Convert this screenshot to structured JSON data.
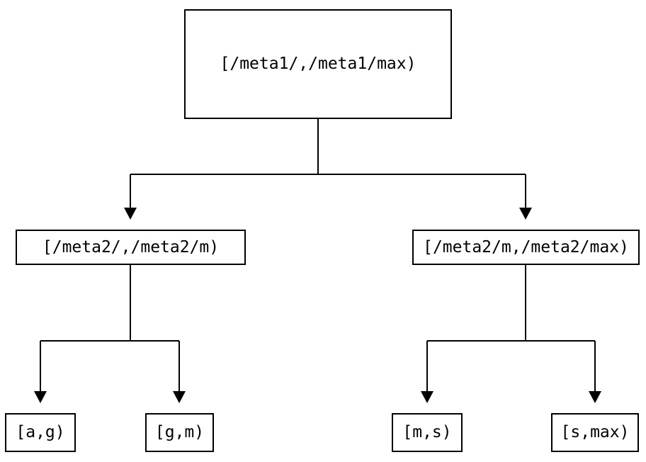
{
  "diagram": {
    "type": "tree",
    "colors": {
      "line": "#000000",
      "background": "#ffffff",
      "text": "#000000"
    },
    "nodes": {
      "root": {
        "label": "[/meta1/,/meta1/max)"
      },
      "meta2_low": {
        "label": "[/meta2/,/meta2/m)"
      },
      "meta2_high": {
        "label": "[/meta2/m,/meta2/max)"
      },
      "leaf_ag": {
        "label": "[a,g)"
      },
      "leaf_gm": {
        "label": "[g,m)"
      },
      "leaf_ms": {
        "label": "[m,s)"
      },
      "leaf_smax": {
        "label": "[s,max)"
      }
    },
    "edges": [
      {
        "from": "root",
        "to": "meta2_low"
      },
      {
        "from": "root",
        "to": "meta2_high"
      },
      {
        "from": "meta2_low",
        "to": "leaf_ag"
      },
      {
        "from": "meta2_low",
        "to": "leaf_gm"
      },
      {
        "from": "meta2_high",
        "to": "leaf_ms"
      },
      {
        "from": "meta2_high",
        "to": "leaf_smax"
      }
    ]
  }
}
